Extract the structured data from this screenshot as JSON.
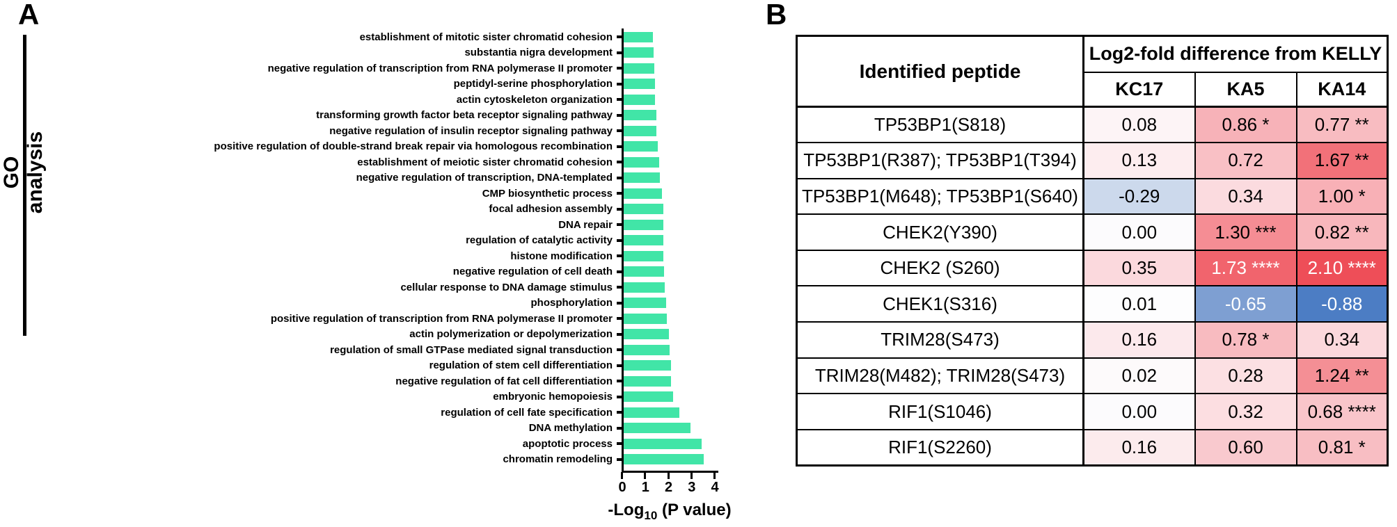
{
  "figure": {
    "panel_a_label": "A",
    "panel_b_label": "B",
    "go_axis_label": "GO analysis",
    "xlabel_prefix": "-Log",
    "xlabel_sub": "10",
    "xlabel_suffix": " (P value)"
  },
  "chart_data": [
    {
      "type": "bar",
      "panel": "A",
      "title": "GO analysis",
      "orientation": "horizontal",
      "bar_color": "#41e5a7",
      "xlabel": "-Log10 (P value)",
      "xlim": [
        0,
        4
      ],
      "xticks": [
        "0",
        "1",
        "2",
        "3",
        "4"
      ],
      "grid": false,
      "categories": [
        "establishment of mitotic sister chromatid cohesion",
        "substantia nigra development",
        "negative regulation of transcription from RNA polymerase II promoter",
        "peptidyl-serine phosphorylation",
        "actin cytoskeleton organization",
        "transforming growth factor beta receptor signaling pathway",
        "negative regulation of insulin receptor signaling pathway",
        "positive regulation of double-strand break repair via homologous recombination",
        "establishment of meiotic sister chromatid cohesion",
        "negative regulation of transcription, DNA-templated",
        "CMP biosynthetic process",
        "focal adhesion assembly",
        "DNA repair",
        "regulation of catalytic activity",
        "histone modification",
        "negative regulation of cell death",
        "cellular response to DNA damage stimulus",
        "phosphorylation",
        "positive regulation of transcription from RNA polymerase II promoter",
        "actin polymerization or depolymerization",
        "regulation of small GTPase mediated signal transduction",
        "regulation of stem cell differentiation",
        "negative regulation of fat cell differentiation",
        "embryonic hemopoiesis",
        "regulation of cell fate specification",
        "DNA methylation",
        "apoptotic process",
        "chromatin remodeling"
      ],
      "values": [
        1.27,
        1.3,
        1.32,
        1.36,
        1.36,
        1.42,
        1.42,
        1.48,
        1.53,
        1.57,
        1.65,
        1.7,
        1.7,
        1.71,
        1.72,
        1.73,
        1.77,
        1.83,
        1.87,
        1.95,
        1.98,
        2.03,
        2.03,
        2.13,
        2.4,
        2.88,
        3.38,
        3.46
      ]
    },
    {
      "type": "heatmap",
      "panel": "B",
      "title": "Log2-fold difference from KELLY",
      "row_header": "Identified peptide",
      "columns": [
        "KC17",
        "KA5",
        "KA14"
      ],
      "colormap": {
        "positive": "#ee4450",
        "negative": "#3c72bd",
        "neutral": "#fdfdfe"
      },
      "rows": [
        {
          "peptide": "TP53BP1(S818)",
          "values": [
            0.08,
            0.86,
            0.77
          ],
          "cells": [
            {
              "text": "0.08",
              "bg": "#fdf4f6",
              "fg": "#000000"
            },
            {
              "text": "0.86 *",
              "bg": "#f7b2b8",
              "fg": "#000000"
            },
            {
              "text": "0.77 **",
              "bg": "#f8bcc1",
              "fg": "#000000"
            }
          ]
        },
        {
          "peptide": "TP53BP1(R387); TP53BP1(T394)",
          "values": [
            0.13,
            0.72,
            1.67
          ],
          "cells": [
            {
              "text": "0.13",
              "bg": "#fdedef",
              "fg": "#000000"
            },
            {
              "text": "0.72",
              "bg": "#f9c0c5",
              "fg": "#000000"
            },
            {
              "text": "1.67 **",
              "bg": "#f27179",
              "fg": "#000000"
            }
          ]
        },
        {
          "peptide": "TP53BP1(M648); TP53BP1(S640)",
          "values": [
            -0.29,
            0.34,
            1.0
          ],
          "cells": [
            {
              "text": "-0.29",
              "bg": "#ccd9ec",
              "fg": "#000000"
            },
            {
              "text": "0.34",
              "bg": "#fbdbdf",
              "fg": "#000000"
            },
            {
              "text": "1.00 *",
              "bg": "#f8b0b6",
              "fg": "#000000"
            }
          ]
        },
        {
          "peptide": "CHEK2(Y390)",
          "values": [
            0.0,
            1.3,
            0.82
          ],
          "cells": [
            {
              "text": "0.00",
              "bg": "#fcfbfd",
              "fg": "#000000"
            },
            {
              "text": "1.30 ***",
              "bg": "#f58d94",
              "fg": "#000000"
            },
            {
              "text": "0.82 **",
              "bg": "#f8b7bc",
              "fg": "#000000"
            }
          ]
        },
        {
          "peptide": "CHEK2 (S260)",
          "values": [
            0.35,
            1.73,
            2.1
          ],
          "cells": [
            {
              "text": "0.35",
              "bg": "#fbd9dd",
              "fg": "#000000"
            },
            {
              "text": "1.73 ****",
              "bg": "#f1646d",
              "fg": "#ffffff"
            },
            {
              "text": "2.10 ****",
              "bg": "#ee4e58",
              "fg": "#ffffff"
            }
          ]
        },
        {
          "peptide": "CHEK1(S316)",
          "values": [
            0.01,
            -0.65,
            -0.88
          ],
          "cells": [
            {
              "text": "0.01",
              "bg": "#fdfdfe",
              "fg": "#000000"
            },
            {
              "text": "-0.65",
              "bg": "#7e9fd2",
              "fg": "#ffffff"
            },
            {
              "text": "-0.88",
              "bg": "#4c7dc4",
              "fg": "#ffffff"
            }
          ]
        },
        {
          "peptide": "TRIM28(S473)",
          "values": [
            0.16,
            0.78,
            0.34
          ],
          "cells": [
            {
              "text": "0.16",
              "bg": "#fce9ec",
              "fg": "#000000"
            },
            {
              "text": "0.78 *",
              "bg": "#f8bbc0",
              "fg": "#000000"
            },
            {
              "text": "0.34",
              "bg": "#fbd8dc",
              "fg": "#000000"
            }
          ]
        },
        {
          "peptide": "TRIM28(M482); TRIM28(S473)",
          "values": [
            0.02,
            0.28,
            1.24
          ],
          "cells": [
            {
              "text": "0.02",
              "bg": "#fdfafb",
              "fg": "#000000"
            },
            {
              "text": "0.28",
              "bg": "#fce0e3",
              "fg": "#000000"
            },
            {
              "text": "1.24 **",
              "bg": "#f48f95",
              "fg": "#000000"
            }
          ]
        },
        {
          "peptide": "RIF1(S1046)",
          "values": [
            0.0,
            0.32,
            0.68
          ],
          "cells": [
            {
              "text": "0.00",
              "bg": "#fcfbfd",
              "fg": "#000000"
            },
            {
              "text": "0.32",
              "bg": "#fcdee1",
              "fg": "#000000"
            },
            {
              "text": "0.68 ****",
              "bg": "#f9c5ca",
              "fg": "#000000"
            }
          ]
        },
        {
          "peptide": "RIF1(S2260)",
          "values": [
            0.16,
            0.6,
            0.81
          ],
          "cells": [
            {
              "text": "0.16",
              "bg": "#fcebed",
              "fg": "#000000"
            },
            {
              "text": "0.60",
              "bg": "#f9c9ce",
              "fg": "#000000"
            },
            {
              "text": "0.81 *",
              "bg": "#f8bec3",
              "fg": "#000000"
            }
          ]
        }
      ]
    }
  ]
}
